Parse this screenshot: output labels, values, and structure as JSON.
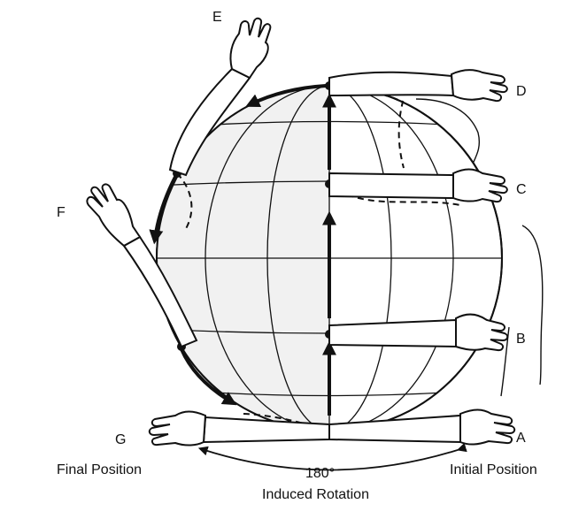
{
  "labels": {
    "A": "A",
    "B": "B",
    "C": "C",
    "D": "D",
    "E": "E",
    "F": "F",
    "G": "G"
  },
  "captions": {
    "final_position": "Final Position",
    "initial_position": "Initial Position",
    "rotation_angle": "180°",
    "rotation_label": "Induced Rotation"
  },
  "colors": {
    "ink": "#111111",
    "shaded_hemisphere": "#f1f1f1",
    "background": "#ffffff"
  },
  "icons": {
    "hand": "open-hand-icon",
    "arrow": "bold-arrow-icon",
    "sphere": "globe-grid-icon"
  }
}
